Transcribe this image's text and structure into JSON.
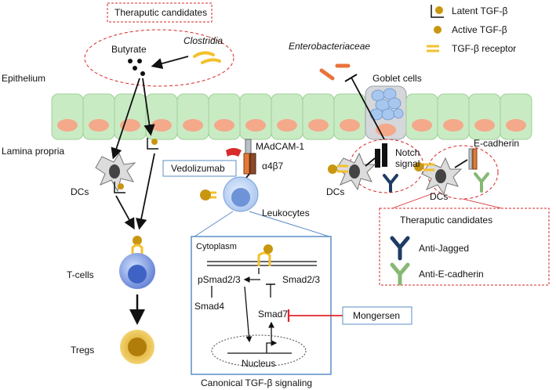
{
  "top_candidates_title": "Theraputic candidates",
  "butyrate": "Butyrate",
  "clostridia": "Clostridia",
  "enterobacteriaceae": "Enterobacteriaceae",
  "epithelium": "Epithelium",
  "goblet_cells": "Goblet cells",
  "lamina_propria": "Lamina propria",
  "dcs": "DCs",
  "t_cells": "T-cells",
  "tregs": "Tregs",
  "madcam": "MAdCAM-1",
  "vedolizumab": "Vedolizumab",
  "a4b7": "α4β7",
  "leukocytes": "Leukocytes",
  "notch_signal": "Notch\nsignal",
  "e_cadherin": "E-cadherin",
  "legend": {
    "latent": "Latent TGF-β",
    "active": "Active TGF-β",
    "receptor": "TGF-β receptor"
  },
  "right_candidates": {
    "title": "Theraputic candidates",
    "anti_jagged": "Anti-Jagged",
    "anti_ecad": "Anti-E-cadherin"
  },
  "signaling": {
    "cytoplasm": "Cytoplasm",
    "psmad": "pSmad2/3",
    "smad23": "Smad2/3",
    "smad4": "Smad4",
    "smad7": "Smad7",
    "nucleus": "Nucleus",
    "caption": "Canonical TGF-β signaling"
  },
  "mongersen": "Mongersen",
  "colors": {
    "cell_green": "#c9ebc4",
    "nucleus_salmon": "#f4a98b",
    "receptor_yellow": "#f3c12e",
    "tgf_gold": "#c9960f",
    "inhibit_red": "#e0242b",
    "candidate_border": "#d62828",
    "signaling_border": "#5b8ec7",
    "jagged_navy": "#1f3b66",
    "ecad_green": "#86b872"
  }
}
